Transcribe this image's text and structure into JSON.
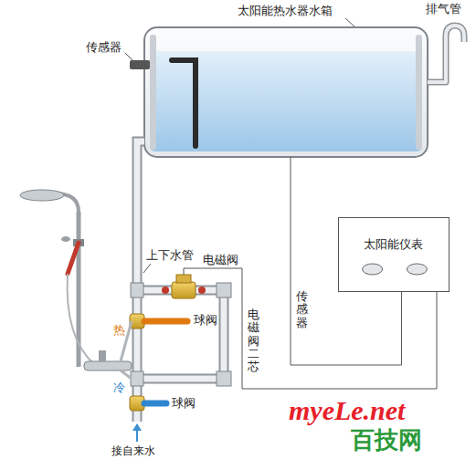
{
  "diagram": {
    "nodes": [
      {
        "text": [
          "太阳能热水器水箱"
        ]
      },
      {
        "text": [
          "太阳能仪表"
        ]
      }
    ],
    "edges": [
      {
        "from": 0,
        "to": 1,
        "arrow": "none",
        "label": "传感器"
      }
    ],
    "labels": [
      "排气管",
      "传感器",
      "上下水管",
      "电磁阀",
      "球阀",
      "热",
      "电磁阀二芯",
      "冷",
      "球阀",
      "接自来水",
      "myeLe.net",
      "百技网"
    ]
  }
}
